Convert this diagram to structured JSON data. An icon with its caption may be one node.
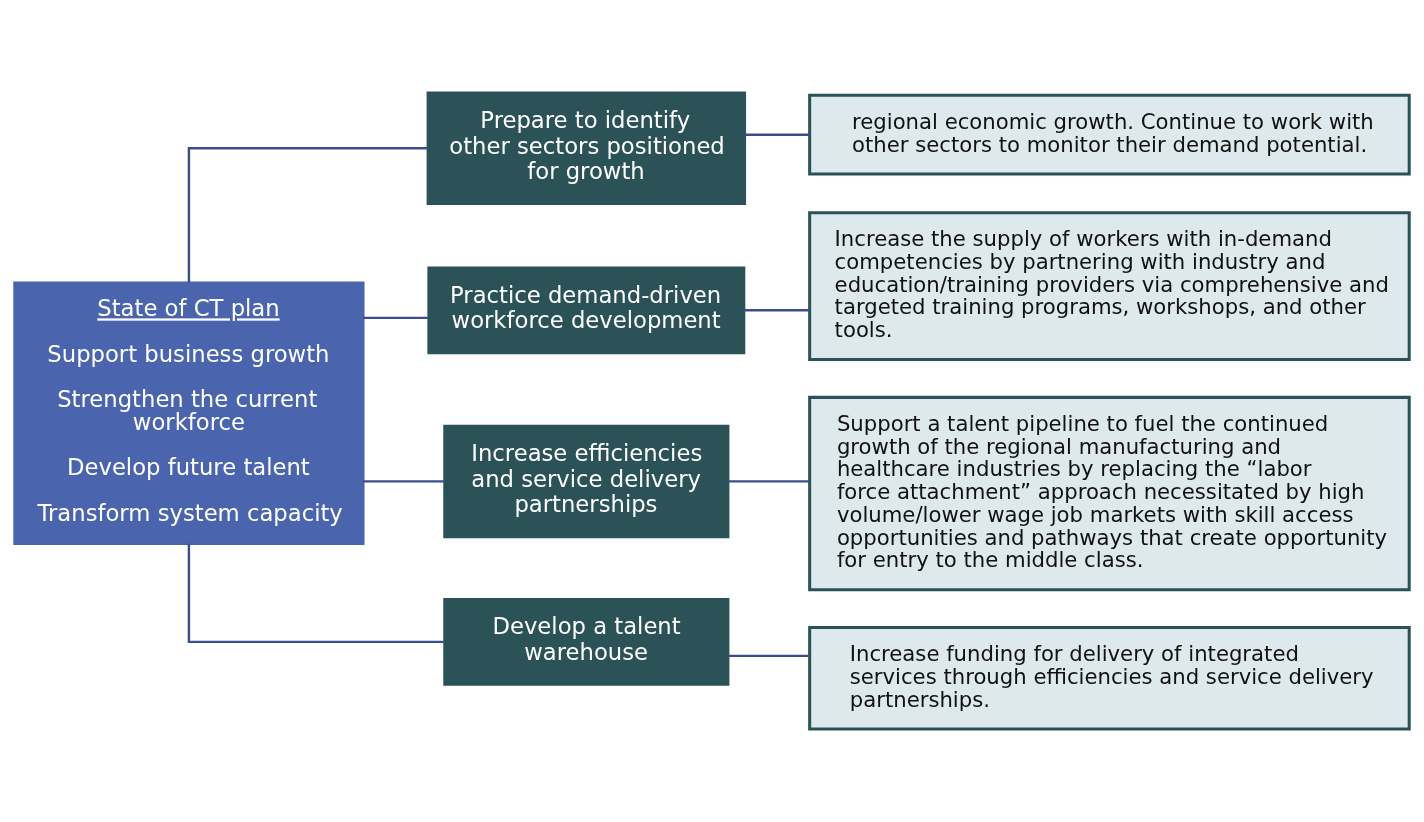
{
  "diagram": {
    "nodes": [
      {
        "text": [
          "State of CT plan",
          "Support business growth",
          "Strengthen the current workforce",
          "Develop future talent",
          "Transform system capacity"
        ]
      },
      {
        "text": [
          "Prepare to identify other sectors positioned for growth"
        ]
      },
      {
        "text": [
          "Practice demand-driven workforce development"
        ]
      },
      {
        "text": [
          "Increase efficiencies and service delivery partnerships"
        ]
      },
      {
        "text": [
          "Develop a talent warehouse"
        ]
      },
      {
        "text": [
          "regional economic growth. Continue to work with other sectors to monitor their demand potential."
        ]
      },
      {
        "text": [
          "Increase the supply of workers with in-demand competencies by partnering with industry and education/training providers via comprehensive and targeted training programs, workshops, and other tools."
        ]
      },
      {
        "text": [
          "Support a talent pipeline to fuel the continued growth of the regional manufacturing and healthcare industries by replacing the “labor force attachment” approach necessitated by high volume/lower wage job markets with skill access opportunities and pathways that create opportunity for entry to the middle class."
        ]
      },
      {
        "text": [
          "Increase funding for delivery of integrated services through efficiencies and service delivery partnerships."
        ]
      }
    ],
    "edges": [
      {
        "from": 0,
        "to": 1,
        "arrow": "none"
      },
      {
        "from": 0,
        "to": 2,
        "arrow": "none"
      },
      {
        "from": 0,
        "to": 3,
        "arrow": "none"
      },
      {
        "from": 0,
        "to": 4,
        "arrow": "none"
      },
      {
        "from": 1,
        "to": 5,
        "arrow": "none"
      },
      {
        "from": 2,
        "to": 6,
        "arrow": "none"
      },
      {
        "from": 3,
        "to": 7,
        "arrow": "none"
      },
      {
        "from": 4,
        "to": 8,
        "arrow": "none"
      }
    ]
  }
}
